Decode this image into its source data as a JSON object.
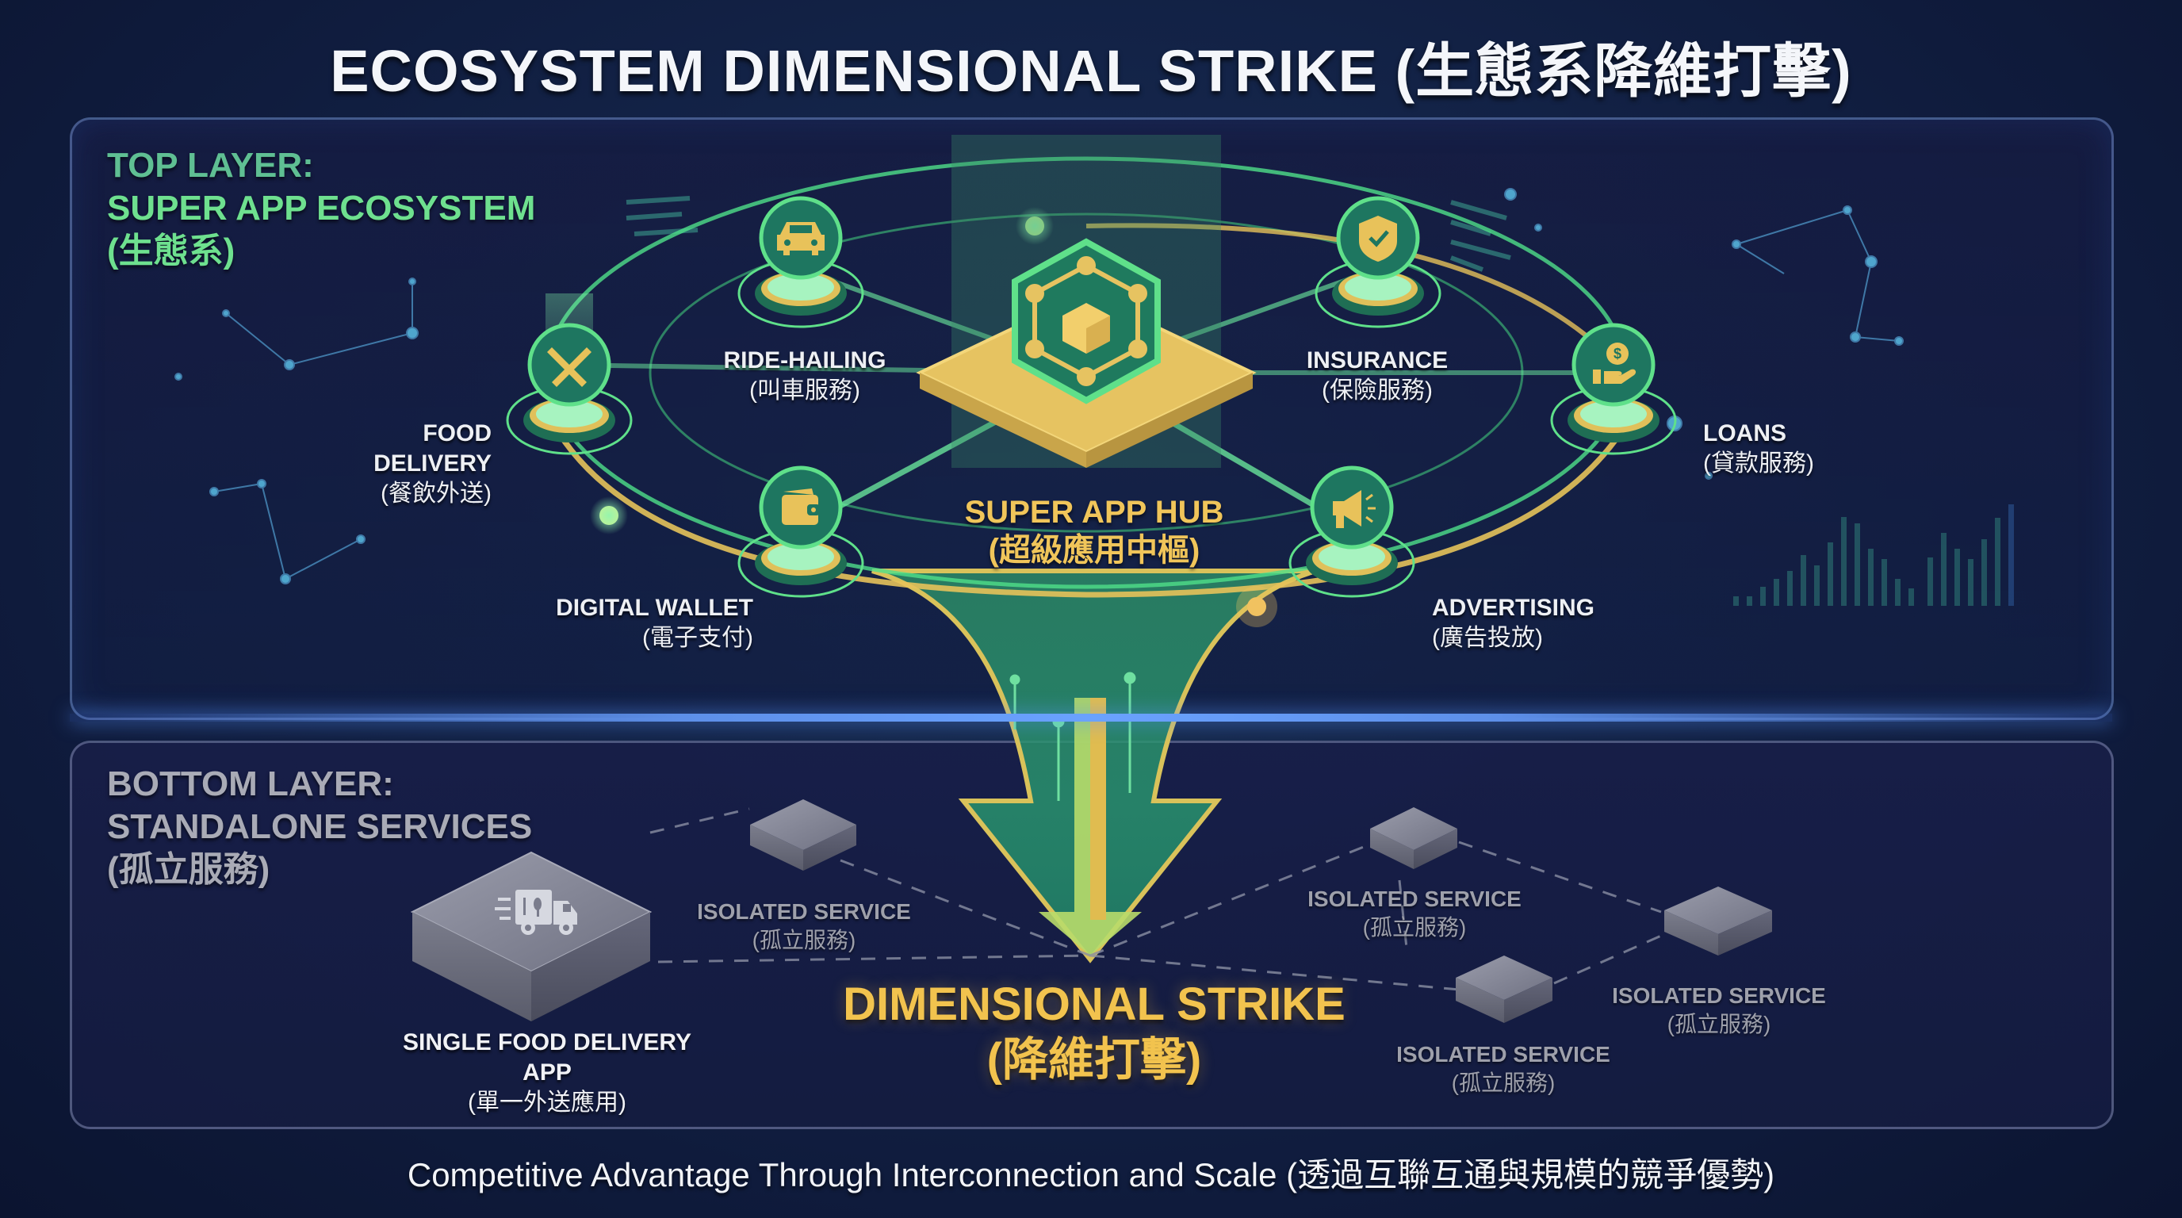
{
  "header": {
    "title": "ECOSYSTEM DIMENSIONAL STRIKE (生態系降維打擊)"
  },
  "top_layer": {
    "title_line1": "TOP LAYER:",
    "title_line2": "SUPER APP ECOSYSTEM",
    "title_line3": "(生態系)",
    "hub": {
      "label": "SUPER APP HUB",
      "label_zh": "(超級應用中樞)",
      "icon": "network-cube-icon"
    },
    "services": [
      {
        "id": "food-delivery",
        "label": "FOOD DELIVERY",
        "label_zh": "(餐飲外送)",
        "icon": "fork-knife-icon"
      },
      {
        "id": "ride-hailing",
        "label": "RIDE-HAILING",
        "label_zh": "(叫車服務)",
        "icon": "car-icon"
      },
      {
        "id": "insurance",
        "label": "INSURANCE",
        "label_zh": "(保險服務)",
        "icon": "shield-check-icon"
      },
      {
        "id": "loans",
        "label": "LOANS",
        "label_zh": "(貸款服務)",
        "icon": "hand-dollar-icon"
      },
      {
        "id": "digital-wallet",
        "label": "DIGITAL WALLET",
        "label_zh": "(電子支付)",
        "icon": "wallet-icon"
      },
      {
        "id": "advertising",
        "label": "ADVERTISING",
        "label_zh": "(廣告投放)",
        "icon": "megaphone-icon"
      }
    ]
  },
  "strike": {
    "label": "DIMENSIONAL STRIKE",
    "label_zh": "(降維打擊)",
    "icon": "down-arrow-icon"
  },
  "bottom_layer": {
    "title_line1": "BOTTOM LAYER:",
    "title_line2": "STANDALONE SERVICES",
    "title_line3": "(孤立服務)",
    "single_app": {
      "label": "SINGLE FOOD DELIVERY APP",
      "label_zh": "(單一外送應用)",
      "icon": "delivery-truck-icon"
    },
    "isolated_services": [
      {
        "label": "ISOLATED SERVICE",
        "label_zh": "(孤立服務)"
      },
      {
        "label": "ISOLATED SERVICE",
        "label_zh": "(孤立服務)"
      },
      {
        "label": "ISOLATED SERVICE",
        "label_zh": "(孤立服務)"
      },
      {
        "label": "ISOLATED SERVICE",
        "label_zh": "(孤立服務)"
      }
    ]
  },
  "footer": {
    "caption": "Competitive Advantage Through Interconnection and Scale (透過互聯互通與規模的競爭優勢)"
  },
  "colors": {
    "background": "#14254a",
    "accent_green": "#6ee08f",
    "accent_gold": "#f0c55a",
    "node_teal": "#1f7a64",
    "muted_gray": "#9ea0ab",
    "divider_blue": "#5d8fe8"
  }
}
